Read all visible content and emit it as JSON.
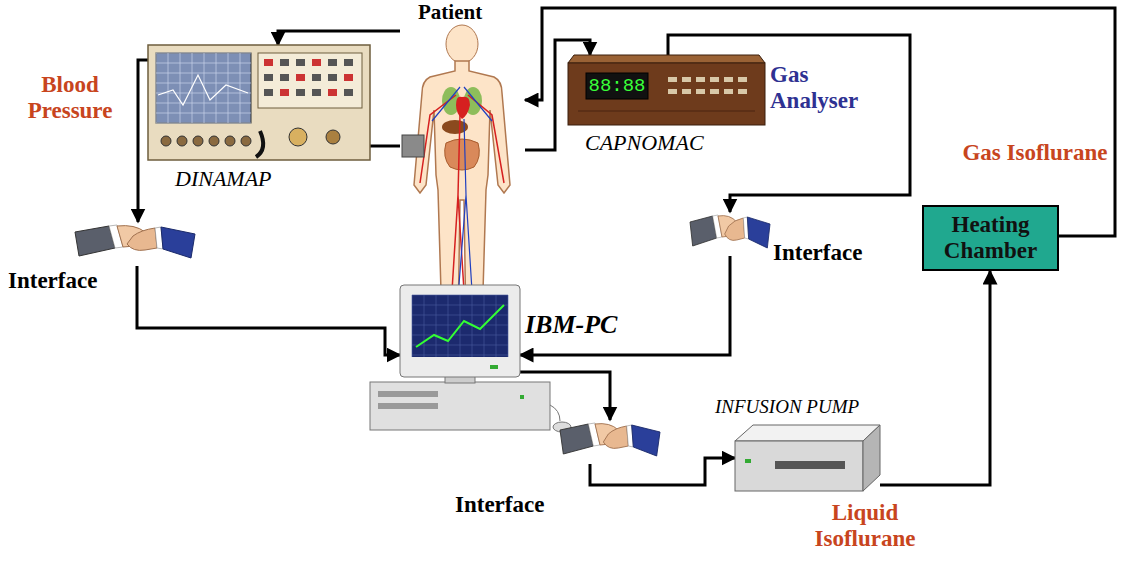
{
  "diagram": {
    "nodes": [
      {
        "text": [
          "Patient"
        ]
      },
      {
        "text": [
          "DINAMAP"
        ]
      },
      {
        "text": [
          "Gas Analyser",
          "CAPNOMAC"
        ]
      },
      {
        "text": [
          "Interface"
        ]
      },
      {
        "text": [
          "IBM-PC"
        ]
      },
      {
        "text": [
          "Interface"
        ]
      },
      {
        "text": [
          "Heating Chamber"
        ]
      },
      {
        "text": [
          "INFUSION PUMP"
        ]
      },
      {
        "text": [
          "Interface"
        ]
      }
    ],
    "edges": [
      {
        "from": 0,
        "to": 1,
        "arrow": "to"
      },
      {
        "from": 1,
        "to": 0,
        "arrow": "none"
      },
      {
        "from": 1,
        "to": 3,
        "arrow": "to",
        "label": "Blood Pressure"
      },
      {
        "from": 0,
        "to": 2,
        "arrow": "to"
      },
      {
        "from": 2,
        "to": 5,
        "arrow": "to"
      },
      {
        "from": 6,
        "to": 0,
        "arrow": "to",
        "label": "Gas Isoflurane"
      },
      {
        "from": 3,
        "to": 4,
        "arrow": "to"
      },
      {
        "from": 5,
        "to": 4,
        "arrow": "to"
      },
      {
        "from": 4,
        "to": 8,
        "arrow": "to"
      },
      {
        "from": 8,
        "to": 7,
        "arrow": "to"
      },
      {
        "from": 7,
        "to": 6,
        "arrow": "to",
        "label": "Liquid Isoflurane"
      }
    ],
    "labels": [
      "88:88"
    ]
  }
}
